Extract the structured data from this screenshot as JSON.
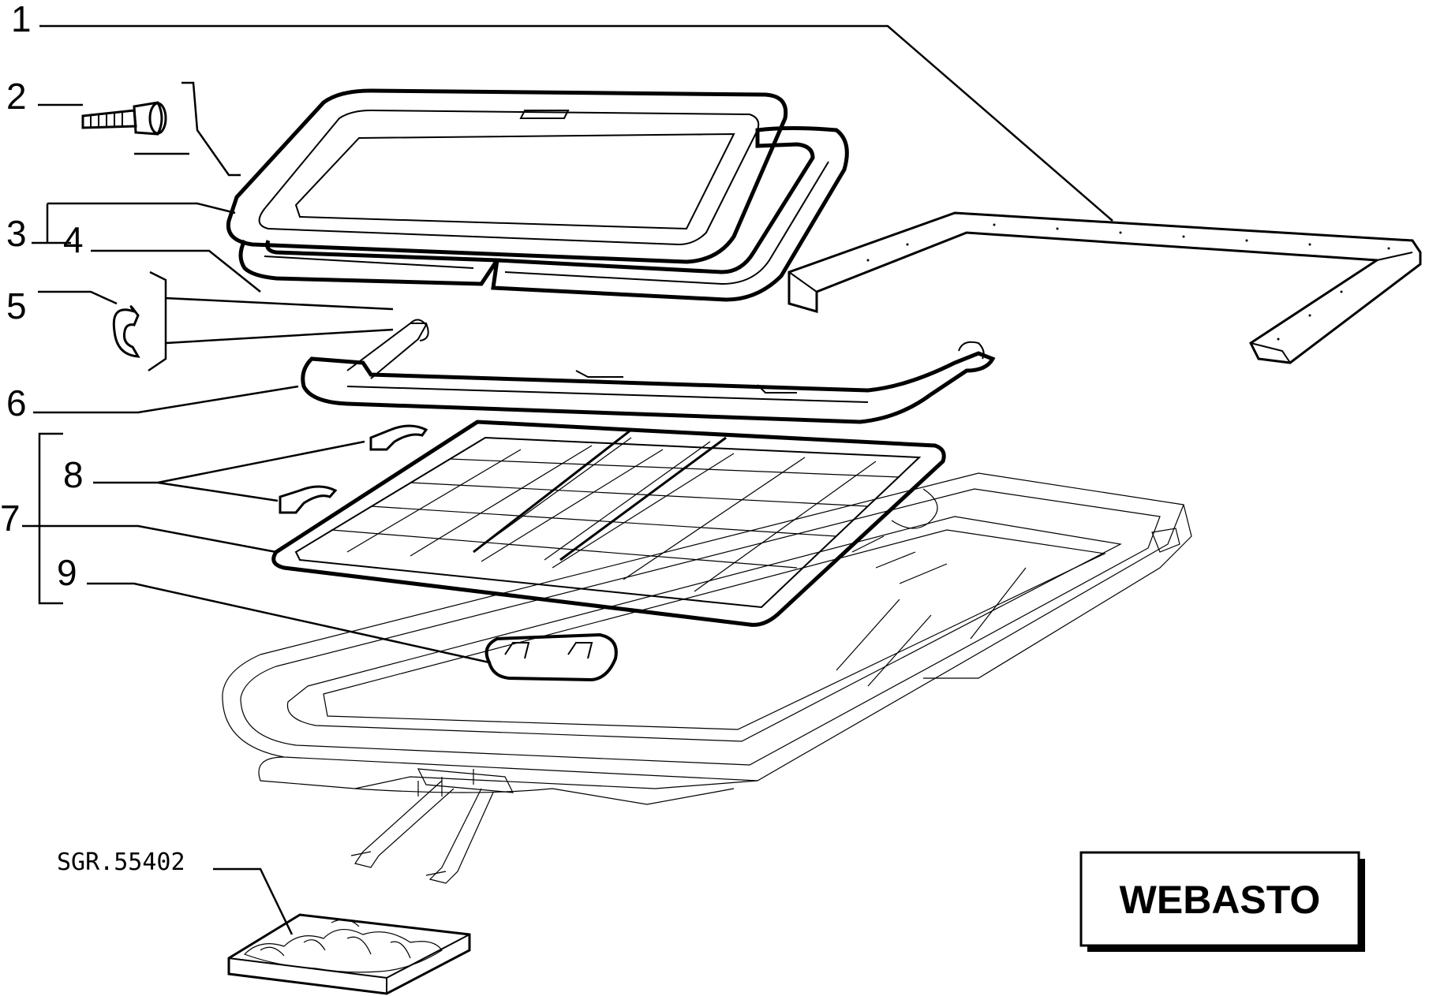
{
  "callouts": {
    "c1": "1",
    "c2": "2",
    "c3": "3",
    "c4": "4",
    "c5": "5",
    "c6": "6",
    "c7": "7",
    "c8": "8",
    "c9": "9"
  },
  "reference_code": "SGR.55402",
  "brand_label": "WEBASTO",
  "colors": {
    "line": "#000000",
    "background": "#ffffff"
  }
}
